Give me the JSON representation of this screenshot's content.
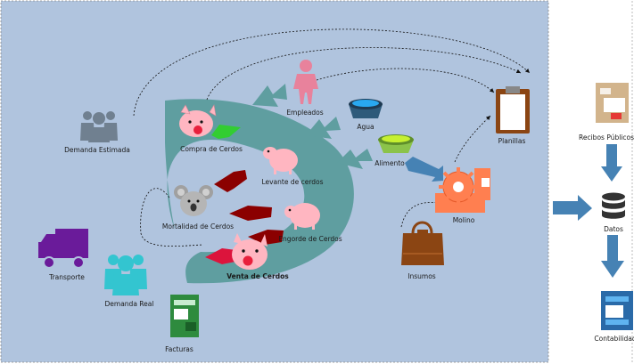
{
  "labels": {
    "compra": "Compra de Cerdos",
    "levante": "Levante de cerdos",
    "engorde": "Engorde de Cerdos",
    "venta": "Venta de Cerdos",
    "mortalidad": "Mortalidad de Cerdos",
    "empleados": "Empleados",
    "agua": "Agua",
    "alimento": "Alimento",
    "planillas": "Planillas",
    "molino": "Molino",
    "insumos": "Insumos",
    "demanda_estimada": "Demanda Estimada",
    "demanda_real": "Demanda Real",
    "transporte": "Transporte",
    "facturas": "Facturas",
    "recibos": "Recibos Públicos",
    "datos": "Datos",
    "contabilidad": "Contabilidad"
  },
  "colors": {
    "panel_bg": "#b0c4de",
    "teal": "#5f9ea0",
    "steel_arrow": "#4682b4",
    "dark_red": "#8b0000",
    "crimson": "#dc143c",
    "pig_pink": "#ffb6c1",
    "people_gray": "#708090",
    "people_cyan": "#33c5d0",
    "truck_purple": "#6a1b9a",
    "facturas_green": "#2e8b3e",
    "molino_orange": "#ff7f50",
    "bag_brown": "#8b4513"
  }
}
